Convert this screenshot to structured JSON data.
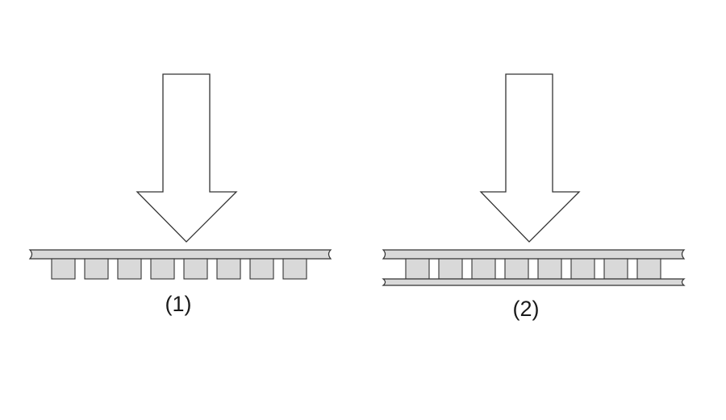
{
  "figures": [
    {
      "label": "(1)",
      "variant": "single-plate",
      "block_count": 8
    },
    {
      "label": "(2)",
      "variant": "double-plate",
      "block_count": 8
    }
  ],
  "colors": {
    "fill": "#d9d9d9",
    "stroke": "#333333",
    "arrow_fill": "#ffffff"
  }
}
